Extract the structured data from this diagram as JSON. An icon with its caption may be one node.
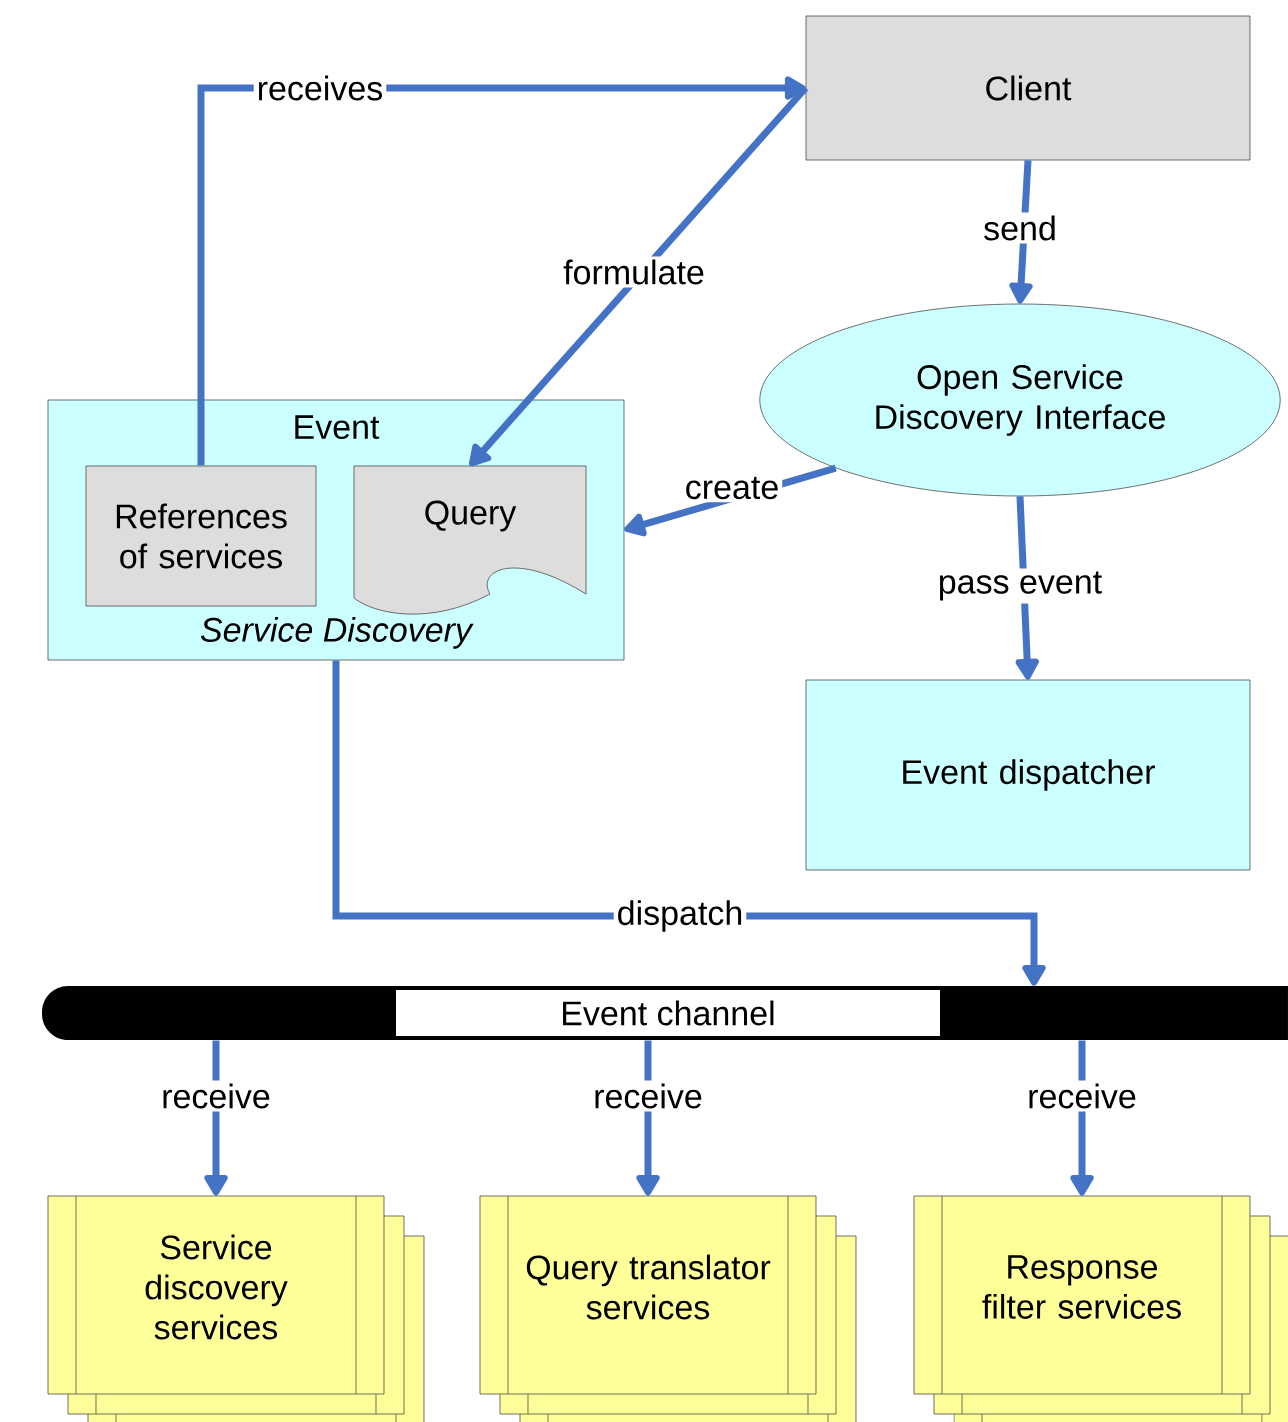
{
  "diagram": {
    "nodes": [
      {
        "text": [
          "Client"
        ]
      },
      {
        "text": [
          "Open Service Discovery Interface"
        ]
      },
      {
        "text": [
          "Event",
          "*Service Discovery*"
        ]
      },
      {
        "text": [
          "References of services"
        ],
        "in": 2
      },
      {
        "text": [
          "Query"
        ],
        "in": 2
      },
      {
        "text": [
          "Event dispatcher"
        ]
      },
      {
        "text": [
          "Event channel"
        ]
      },
      {
        "text": [
          "Service discovery services"
        ]
      },
      {
        "text": [
          "Query translator services"
        ]
      },
      {
        "text": [
          "Response filter services"
        ]
      }
    ],
    "edges": [
      {
        "from": 3,
        "to": 0,
        "arrow": "to",
        "label": "receives"
      },
      {
        "from": 0,
        "to": 4,
        "arrow": "to",
        "label": "formulate"
      },
      {
        "from": 0,
        "to": 1,
        "arrow": "to",
        "label": "send"
      },
      {
        "from": 1,
        "to": 2,
        "arrow": "to",
        "label": "create"
      },
      {
        "from": 1,
        "to": 5,
        "arrow": "to",
        "label": "pass event"
      },
      {
        "from": 2,
        "to": 6,
        "arrow": "to",
        "label": "dispatch"
      },
      {
        "from": 6,
        "to": 7,
        "arrow": "to",
        "label": "receive"
      },
      {
        "from": 6,
        "to": 8,
        "arrow": "to",
        "label": "receive"
      },
      {
        "from": 6,
        "to": 9,
        "arrow": "to",
        "label": "receive"
      }
    ]
  }
}
